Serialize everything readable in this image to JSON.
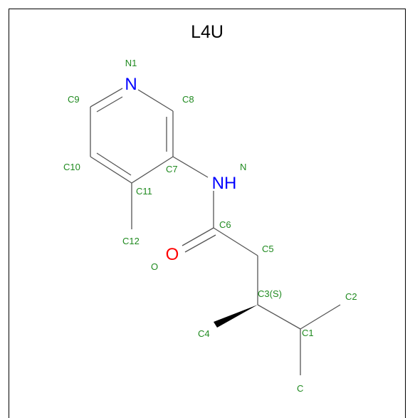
{
  "title": "L4U",
  "colors": {
    "carbon_label": "#1f8a1f",
    "nitrogen": "#0000ff",
    "oxygen": "#ff0000",
    "bond": "#555555",
    "frame": "#000000"
  },
  "atoms": {
    "n1": "N1",
    "c7": "C7",
    "c8": "C8",
    "c9": "C9",
    "c10": "C10",
    "c11": "C11",
    "c12": "C12",
    "n": "N",
    "c6": "C6",
    "o": "O",
    "c5": "C5",
    "c3": "C3(S)",
    "c4": "C4",
    "c2": "C2",
    "c1": "C1",
    "c": "C"
  },
  "heteroatoms": {
    "pyridine_n": "N",
    "amide_nh": "NH",
    "carbonyl_o": "O"
  }
}
